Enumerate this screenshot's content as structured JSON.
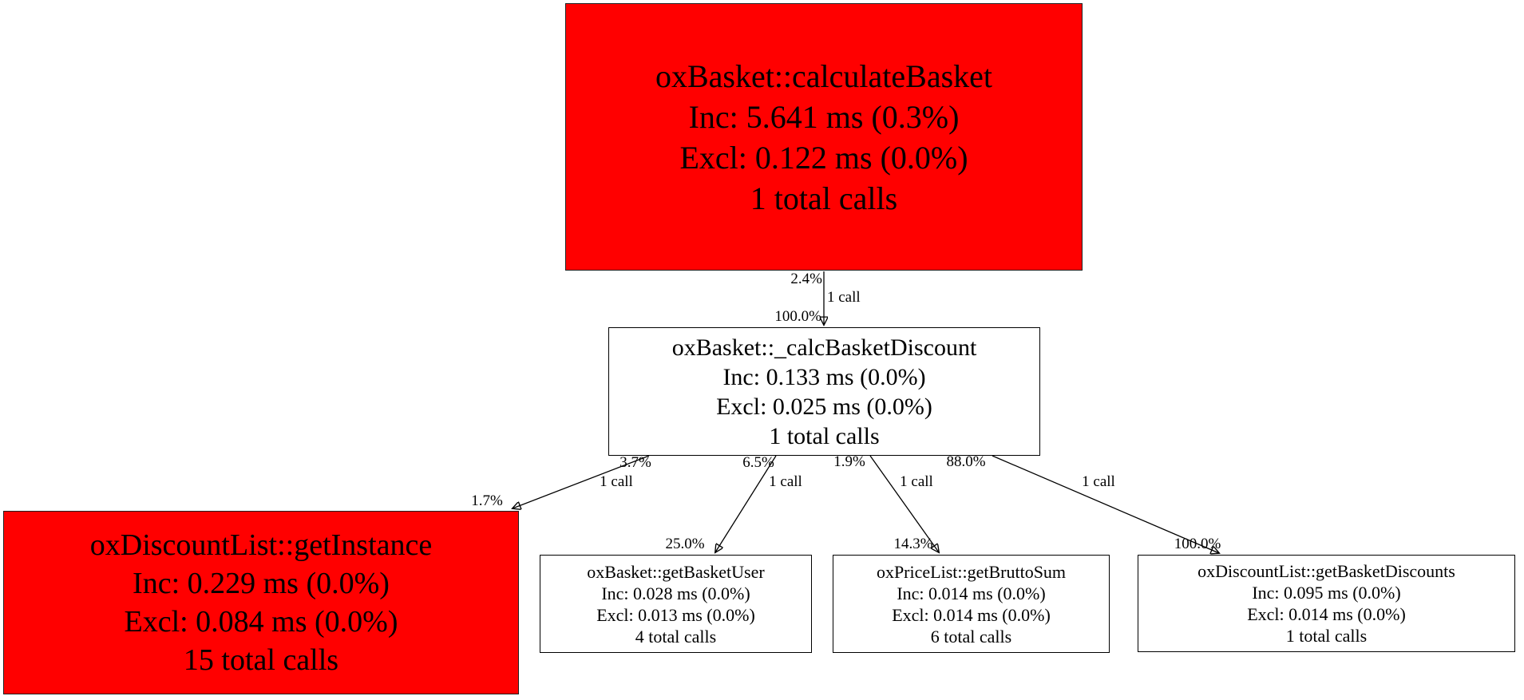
{
  "diagram": {
    "type": "profiler-call-graph",
    "colors": {
      "hot_node_fill": "#ff0000",
      "normal_node_fill": "#ffffff",
      "node_border": "#000000",
      "edge_stroke": "#000000",
      "text": "#000000"
    },
    "nodes": [
      {
        "id": "calculateBasket",
        "name": "oxBasket::calculateBasket",
        "inc": "Inc: 5.641 ms (0.3%)",
        "excl": "Excl: 0.122 ms (0.0%)",
        "calls": "1 total calls",
        "highlight": true
      },
      {
        "id": "calcBasketDiscount",
        "name": "oxBasket::_calcBasketDiscount",
        "inc": "Inc: 0.133 ms (0.0%)",
        "excl": "Excl: 0.025 ms (0.0%)",
        "calls": "1 total calls",
        "highlight": false
      },
      {
        "id": "getInstance",
        "name": "oxDiscountList::getInstance",
        "inc": "Inc: 0.229 ms (0.0%)",
        "excl": "Excl: 0.084 ms (0.0%)",
        "calls": "15 total calls",
        "highlight": true
      },
      {
        "id": "getBasketUser",
        "name": "oxBasket::getBasketUser",
        "inc": "Inc: 0.028 ms (0.0%)",
        "excl": "Excl: 0.013 ms (0.0%)",
        "calls": "4 total calls",
        "highlight": false
      },
      {
        "id": "getBruttoSum",
        "name": "oxPriceList::getBruttoSum",
        "inc": "Inc: 0.014 ms (0.0%)",
        "excl": "Excl: 0.014 ms (0.0%)",
        "calls": "6 total calls",
        "highlight": false
      },
      {
        "id": "getBasketDiscounts",
        "name": "oxDiscountList::getBasketDiscounts",
        "inc": "Inc: 0.095 ms (0.0%)",
        "excl": "Excl: 0.014 ms (0.0%)",
        "calls": "1 total calls",
        "highlight": false
      }
    ],
    "edges": [
      {
        "from": "oxBasket::calculateBasket",
        "to": "oxBasket::_calcBasketDiscount",
        "source_pct": "2.4%",
        "calls": "1 call",
        "target_pct": "100.0%"
      },
      {
        "from": "oxBasket::_calcBasketDiscount",
        "to": "oxDiscountList::getInstance",
        "source_pct": "3.7%",
        "calls": "1 call",
        "target_pct": "1.7%"
      },
      {
        "from": "oxBasket::_calcBasketDiscount",
        "to": "oxBasket::getBasketUser",
        "source_pct": "6.5%",
        "calls": "1 call",
        "target_pct": "25.0%"
      },
      {
        "from": "oxBasket::_calcBasketDiscount",
        "to": "oxPriceList::getBruttoSum",
        "source_pct": "1.9%",
        "calls": "1 call",
        "target_pct": "14.3%"
      },
      {
        "from": "oxBasket::_calcBasketDiscount",
        "to": "oxDiscountList::getBasketDiscounts",
        "source_pct": "88.0%",
        "calls": "1 call",
        "target_pct": "100.0%"
      }
    ]
  }
}
